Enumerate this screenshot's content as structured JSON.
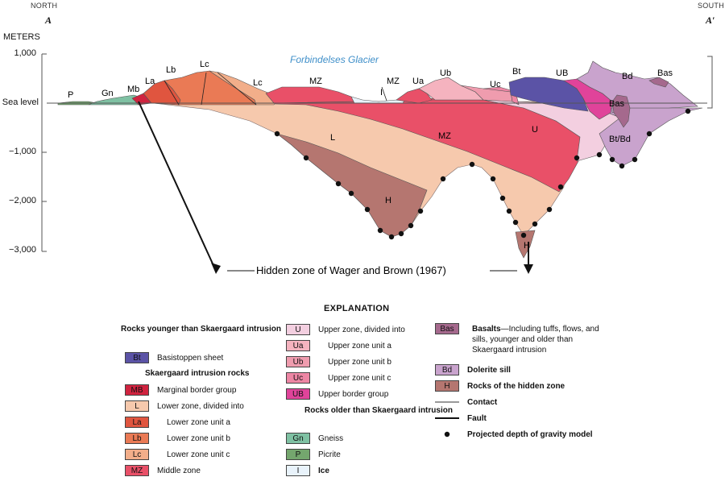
{
  "section": {
    "north_label": "NORTH",
    "south_label": "SOUTH",
    "a_label": "A",
    "a_prime_label": "A′",
    "units_label": "METERS",
    "y_ticks": [
      "1,000",
      "Sea level",
      "−1,000",
      "−2,000",
      "−3,000"
    ],
    "glacier_label": "Forbindelses Glacier",
    "hidden_zone_label": "Hidden zone of Wager and Brown (1967)",
    "unit_labels": {
      "P": "P",
      "Gn": "Gn",
      "Mb": "Mb",
      "La": "La",
      "Lb": "Lb",
      "Lc": "Lc",
      "Lc2": "Lc",
      "MZ": "MZ",
      "I": "I",
      "MZ2": "MZ",
      "Ua": "Ua",
      "Ub": "Ub",
      "Uc": "Uc",
      "Bt": "Bt",
      "UB": "UB",
      "Bd": "Bd",
      "Bas": "Bas",
      "Bas2": "Bas",
      "L": "L",
      "MZ3": "MZ",
      "U": "U",
      "BtBd": "Bt/Bd",
      "H": "H",
      "H2": "H"
    }
  },
  "colors": {
    "P": "#74a66e",
    "Gn": "#7fc1a3",
    "MB": "#d0233f",
    "La": "#e0553f",
    "Lb": "#ea7a55",
    "Lc": "#f2ae8a",
    "L": "#f6c9ad",
    "MZ": "#e95068",
    "U": "#f3cfe0",
    "Ua": "#f5b3bf",
    "Ub": "#ef9cae",
    "Uc": "#ed86a4",
    "UB": "#e0439a",
    "Bt": "#5b53a6",
    "Bd": "#c9a3cd",
    "Bas": "#a5698d",
    "H": "#b57670",
    "I": "#e9f3fb",
    "glacier": "#3f8fc9"
  },
  "explanation": {
    "title": "EXPLANATION",
    "headers": {
      "younger": "Rocks younger than Skaergaard intrusion",
      "intrusion": "Skaergaard intrusion rocks",
      "older": "Rocks older than Skaergaard intrusion"
    },
    "items": {
      "Bt": {
        "code": "Bt",
        "text": "Basistoppen sheet"
      },
      "MB": {
        "code": "MB",
        "text": "Marginal border group"
      },
      "L": {
        "code": "L",
        "text": "Lower zone, divided into"
      },
      "La": {
        "code": "La",
        "text": "Lower zone unit a"
      },
      "Lb": {
        "code": "Lb",
        "text": "Lower zone unit b"
      },
      "Lc": {
        "code": "Lc",
        "text": "Lower zone unit c"
      },
      "MZ": {
        "code": "MZ",
        "text": "Middle zone"
      },
      "U": {
        "code": "U",
        "text": "Upper zone, divided into"
      },
      "Ua": {
        "code": "Ua",
        "text": "Upper zone unit a"
      },
      "Ub": {
        "code": "Ub",
        "text": "Upper zone unit b"
      },
      "Uc": {
        "code": "Uc",
        "text": "Upper zone unit c"
      },
      "UB": {
        "code": "UB",
        "text": "Upper border group"
      },
      "Gn": {
        "code": "Gn",
        "text": "Gneiss"
      },
      "P": {
        "code": "P",
        "text": "Picrite"
      },
      "I": {
        "code": "I",
        "text": "Ice"
      },
      "Bas": {
        "code": "Bas",
        "title": "Basalts",
        "text": "—Including tuffs, flows, and sills, younger and older than Skaergaard intrusion"
      },
      "Bd": {
        "code": "Bd",
        "text": "Dolerite sill"
      },
      "H": {
        "code": "H",
        "text": "Rocks of the hidden zone"
      }
    },
    "lines": {
      "contact": "Contact",
      "fault": "Fault",
      "gravity": "Projected depth of gravity model"
    }
  }
}
